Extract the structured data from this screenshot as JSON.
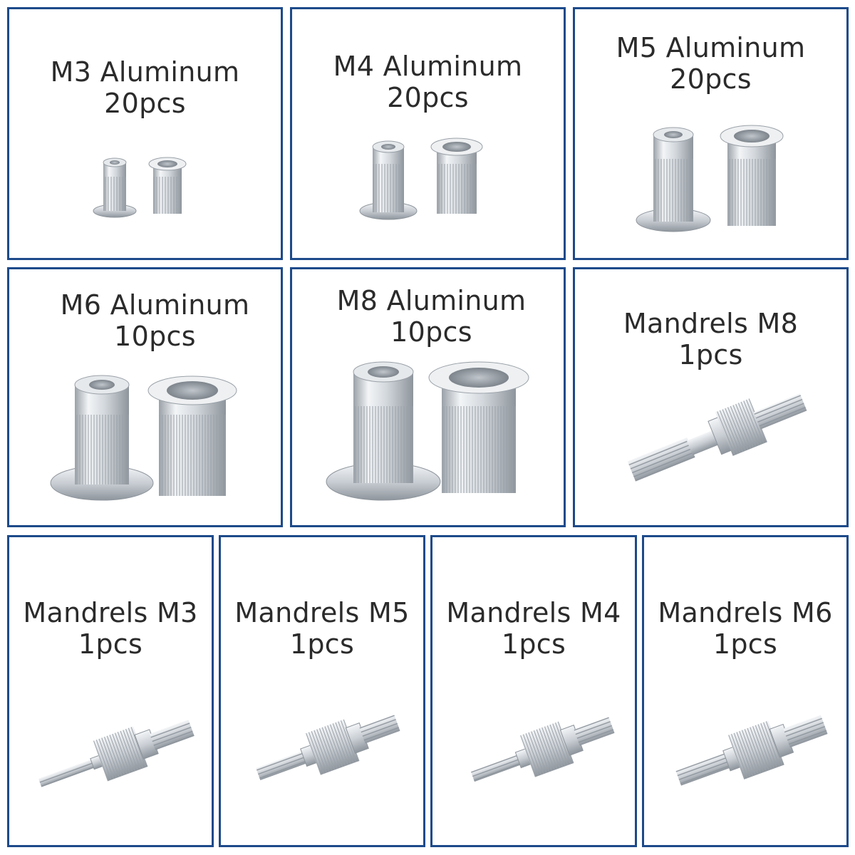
{
  "colors": {
    "border": "#1d4a8a",
    "text": "#2b2b2b",
    "metal_light": "#f2f4f6",
    "metal_mid": "#c9ced4",
    "metal_dark": "#8e959c"
  },
  "panels": [
    {
      "name": "M3 Aluminum",
      "qty": "20pcs",
      "item": "rivet-nut-pair"
    },
    {
      "name": "M4 Aluminum",
      "qty": "20pcs",
      "item": "rivet-nut-pair"
    },
    {
      "name": "M5 Aluminum",
      "qty": "20pcs",
      "item": "rivet-nut-pair"
    },
    {
      "name": "M6 Aluminum",
      "qty": "10pcs",
      "item": "rivet-nut-pair"
    },
    {
      "name": "M8 Aluminum",
      "qty": "10pcs",
      "item": "rivet-nut-pair"
    },
    {
      "name": "Mandrels M8",
      "qty": "1pcs",
      "item": "mandrel"
    },
    {
      "name": "Mandrels M3",
      "qty": "1pcs",
      "item": "mandrel"
    },
    {
      "name": "Mandrels M5",
      "qty": "1pcs",
      "item": "mandrel"
    },
    {
      "name": "Mandrels M4",
      "qty": "1pcs",
      "item": "mandrel"
    },
    {
      "name": "Mandrels M6",
      "qty": "1pcs",
      "item": "mandrel"
    }
  ]
}
